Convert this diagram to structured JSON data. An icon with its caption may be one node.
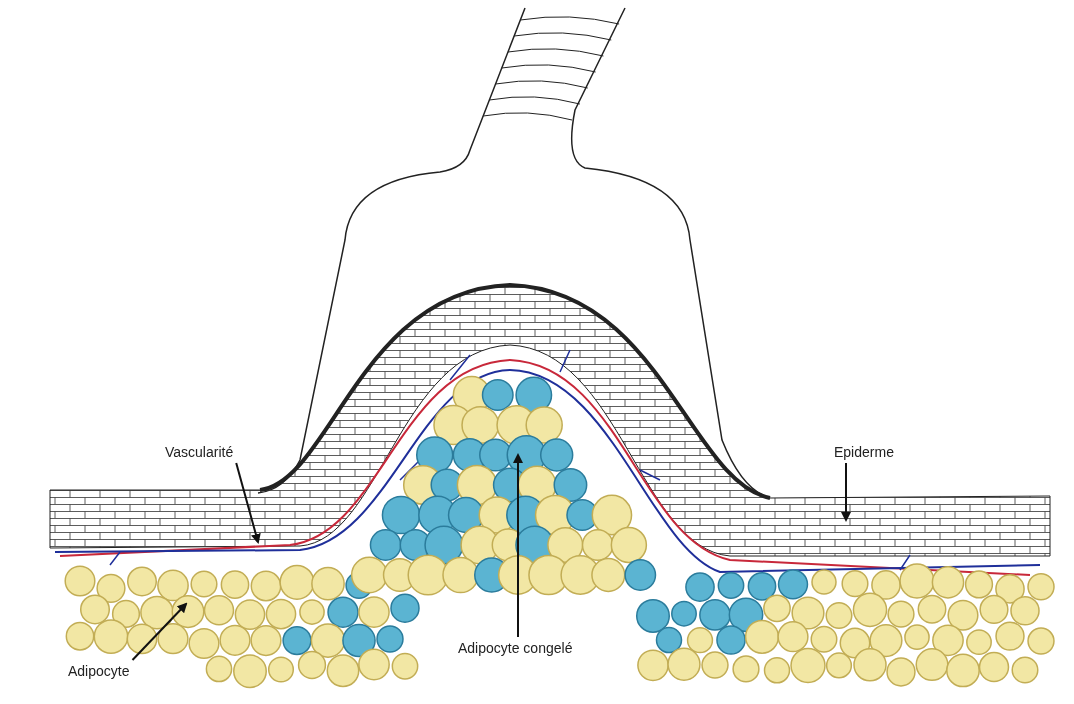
{
  "diagram": {
    "nodes": [
      {
        "text": [
          "Vascularité"
        ]
      },
      {
        "text": [
          "Epiderme"
        ]
      },
      {
        "text": [
          "Adipocyte congelé"
        ]
      },
      {
        "text": [
          "Adipocyte"
        ]
      }
    ],
    "edges": [
      {
        "from": 0,
        "to": null,
        "arrow": "to"
      },
      {
        "from": 1,
        "to": null,
        "arrow": "to"
      },
      {
        "from": 2,
        "to": null,
        "arrow": "to"
      },
      {
        "from": 3,
        "to": null,
        "arrow": "to"
      }
    ]
  }
}
